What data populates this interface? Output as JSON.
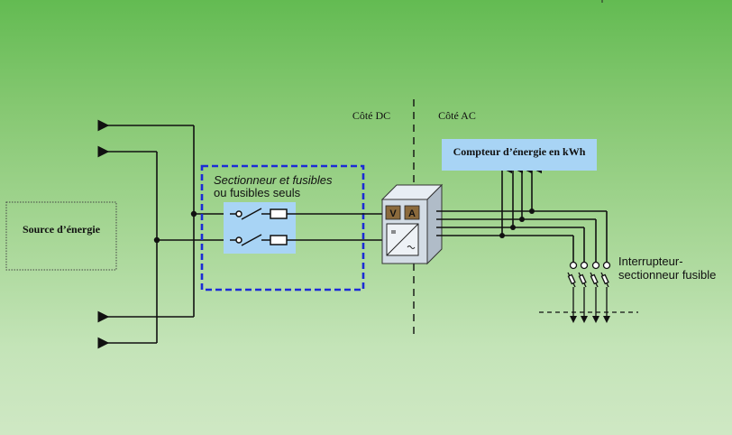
{
  "labels": {
    "dc_side": "Côté DC",
    "ac_side": "Côté AC",
    "source": "Source d’énergie",
    "disconnector_line1": "Sectionneur et fusibles",
    "disconnector_line2": "ou fusibles seuls",
    "meter": "Compteur d’énergie en kWh",
    "fuse_switch_line1": "Interrupteur-",
    "fuse_switch_line2": "sectionneur fusible",
    "volt_symbol": "V",
    "amp_symbol": "A"
  },
  "colors": {
    "meter_box": "#a8d4f5",
    "disconnector_border": "#1c2bd6",
    "switch_panel": "#a8d4f5",
    "instrument_box": "#8b6a3c"
  }
}
